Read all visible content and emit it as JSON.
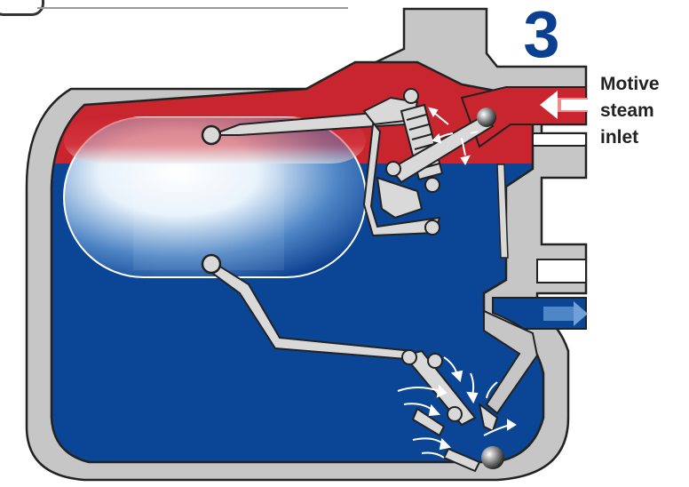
{
  "step": {
    "number": "3"
  },
  "inlet": {
    "lines": [
      "Motive",
      "steam",
      "inlet"
    ]
  },
  "colors": {
    "steam": "#c9252f",
    "water": "#0b4595",
    "body_metal": "#c6c6c6",
    "outline": "#222222",
    "heading": "#0b3f8f"
  },
  "icons": [
    "steam-inlet-arrow",
    "condensate-outlet-arrow",
    "float-ball",
    "valve-ball"
  ]
}
